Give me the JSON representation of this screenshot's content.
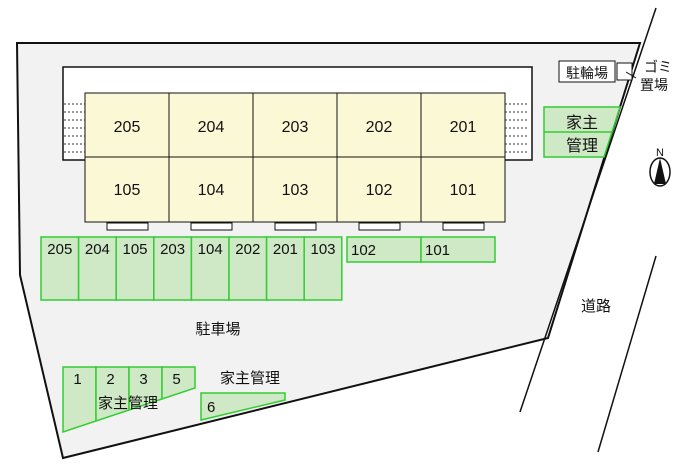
{
  "units_upper": [
    "205",
    "204",
    "203",
    "202",
    "201"
  ],
  "units_lower": [
    "105",
    "104",
    "103",
    "102",
    "101"
  ],
  "parking_row": [
    "205",
    "204",
    "105",
    "203",
    "104",
    "202",
    "201",
    "103"
  ],
  "parking_row_right": [
    "102",
    "101"
  ],
  "labels": {
    "bicycle": "駐輪場",
    "garbage_1": "ゴミ",
    "garbage_2": "置場",
    "owner_1": "家主",
    "owner_2": "管理",
    "owner_full": "家主管理",
    "parking": "駐車場",
    "road": "道路",
    "north": "N"
  },
  "bottom_spaces": [
    "1",
    "2",
    "3",
    "5"
  ],
  "space_6": "6",
  "colors": {
    "unit": "#fbf8d6",
    "parking": "#cfe8c5",
    "parking_border": "#33cc33",
    "lot": "#f2f2f2"
  }
}
